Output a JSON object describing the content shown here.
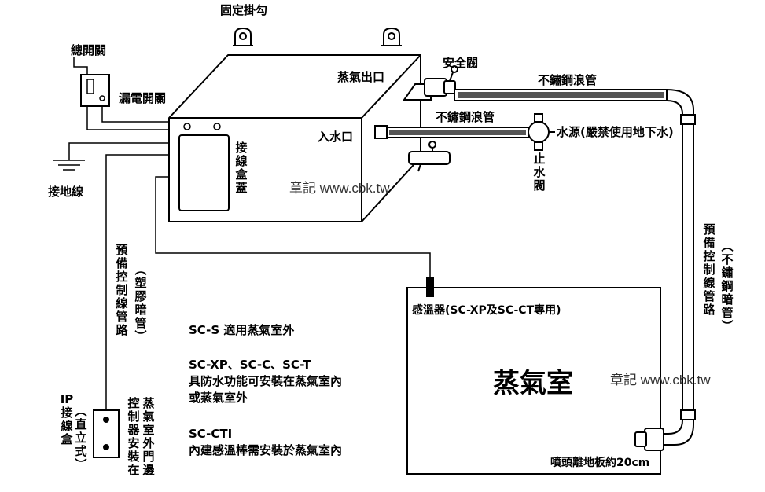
{
  "labels": {
    "fixed_hook": "固定掛勾",
    "main_switch": "總開關",
    "leakage_switch": "漏電開關",
    "ground_wire": "接地線",
    "steam_outlet": "蒸氣出口",
    "safety_valve": "安全閥",
    "water_inlet": "入水口",
    "stainless_hose_top": "不鏽鋼浪管",
    "stainless_hose_mid": "不鏽鋼浪管",
    "water_source": "水源(嚴禁使用地下水)",
    "stop_valve": "止\n水\n閥",
    "junction_box_cover": "接\n線\n盒\n蓋",
    "reserved_conduit_left": "預\n備\n控\n制\n線\n管\n路",
    "plastic_conduit": "︵\n塑\n膠\n暗\n管\n︶",
    "reserved_conduit_right": "預\n備\n控\n制\n線\n管\n路",
    "stainless_conduit": "︵\n不\n鏽\n鋼\n暗\n管\n︶",
    "ip_box_1": "IP\n接\n線\n盒",
    "ip_box_2": "︵\n直\n立\n式\n︶",
    "controller_col1": "控\n制\n器\n安\n裝\n在",
    "controller_col2": "蒸\n氣\n室\n外\n門\n邊",
    "sensor": "感溫器(SC-XP及SC-CT專用)",
    "steam_room": "蒸氣室",
    "nozzle": "噴頭離地板約20cm"
  },
  "notes": {
    "line1": "SC-S 適用蒸氣室外",
    "line2": "SC-XP、SC-C、SC-T",
    "line3": "具防水功能可安裝在蒸氣室內",
    "line4": "或蒸氣室外",
    "line5": "SC-CTI",
    "line6": "內建感溫棒需安裝於蒸氣室內"
  },
  "watermarks": {
    "wm1": "章記 www.cbk.tw",
    "wm2": "章記 www.cbk.tw"
  }
}
